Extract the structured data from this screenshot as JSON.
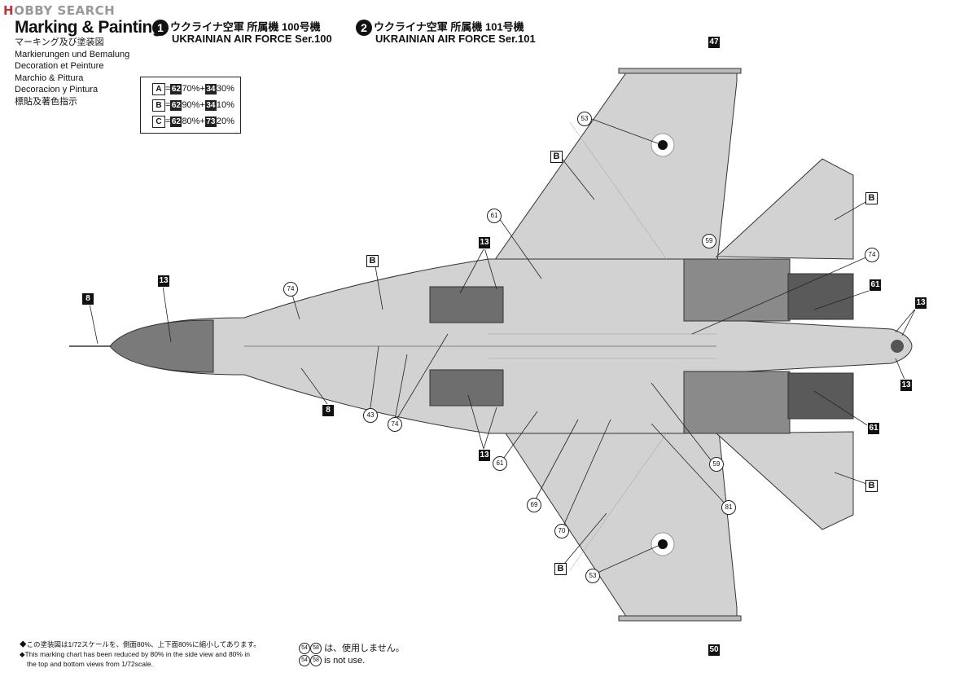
{
  "watermark": {
    "lead": "H",
    "rest": "OBBY SEARCH"
  },
  "header": {
    "title": "Marking & Painting",
    "subtitles": [
      "マーキング及び塗装図",
      "Markierungen und Bemalung",
      "Decoration et Peinture",
      "Marchio & Pittura",
      "Decoracion y Pintura",
      "標貼及著色指示"
    ],
    "versions": [
      {
        "num": "1",
        "jp": "ウクライナ空軍 所属機 100号機",
        "en": "UKRAINIAN AIR FORCE Ser.100"
      },
      {
        "num": "2",
        "jp": "ウクライナ空軍 所属機 101号機",
        "en": "UKRAINIAN AIR FORCE Ser.101"
      }
    ]
  },
  "mixes": [
    {
      "letter": "A",
      "p1": "62",
      "v1": "70%",
      "p2": "34",
      "v2": "30%"
    },
    {
      "letter": "B",
      "p1": "62",
      "v1": "90%",
      "p2": "34",
      "v2": "10%"
    },
    {
      "letter": "C",
      "p1": "62",
      "v1": "80%",
      "p2": "73",
      "v2": "20%"
    }
  ],
  "callouts": {
    "c47": "47",
    "c50": "50",
    "c8a": "8",
    "c8b": "8",
    "c13_nose": "13",
    "c13_top": "13",
    "c13_bottom": "13",
    "c13_tail_top": "13",
    "c13_tail_bottom": "13",
    "c61_right_top": "61",
    "c61_right_bottom": "61",
    "B_label": "B"
  },
  "circles": {
    "c53_top": "53",
    "c53_bottom": "53",
    "c61_top": "61",
    "c61_bottom": "61",
    "c59_top": "59",
    "c59_bottom": "59",
    "c74_nose": "74",
    "c74_right": "74",
    "c74_mid": "74",
    "c43": "43",
    "c69": "69",
    "c70": "70",
    "c81": "81"
  },
  "notes": {
    "line1": "◆この塗装図は1/72スケールを、側面80%、上下面80%に縮小してあります。",
    "line2": "◆This marking chart has been reduced by 80% in the side view and 80% in",
    "line3": "the top and bottom views from 1/72scale."
  },
  "not_use": {
    "m1": "54",
    "m2": "58",
    "jp": "は、使用しません。",
    "en": "is not use."
  }
}
